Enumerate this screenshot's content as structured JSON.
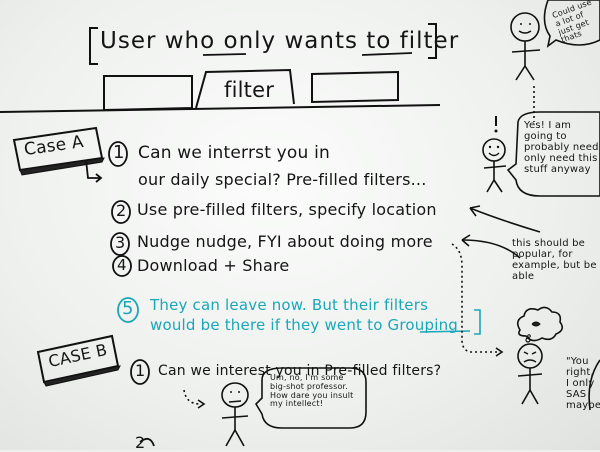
{
  "title": "User who only wants to filter",
  "tab_label": "filter",
  "case_a": "Case A",
  "case_b": "CASE B",
  "steps_a": [
    {
      "num": "1",
      "line1": "Can we interrst you in",
      "line2": "our daily special? Pre-filled filters..."
    },
    {
      "num": "2",
      "line1": "Use pre-filled filters, specify location"
    },
    {
      "num": "3",
      "line1": "Nudge nudge, FYI about doing more"
    },
    {
      "num": "4",
      "line1": "Download + Share"
    },
    {
      "num": "5",
      "line1": "They can leave now. But their filters",
      "line2": "would be there if they went to Grouping"
    }
  ],
  "step_b1": {
    "num": "1",
    "text": "Can we interest you in Pre-filled filters?"
  },
  "bubble_b1": "Um, no, I'm some big-shot professor. How dare you insult my intellect!",
  "bubble_right_top": "Yes! I am going to probably need only need this stuff anyway",
  "bubble_top_corner": "Could use a lot of just get thats",
  "note_right": "this should be popular, for example, but be able",
  "note_bottom_right": "\"You right, I only SAS maybe",
  "bottom_partial": "2"
}
